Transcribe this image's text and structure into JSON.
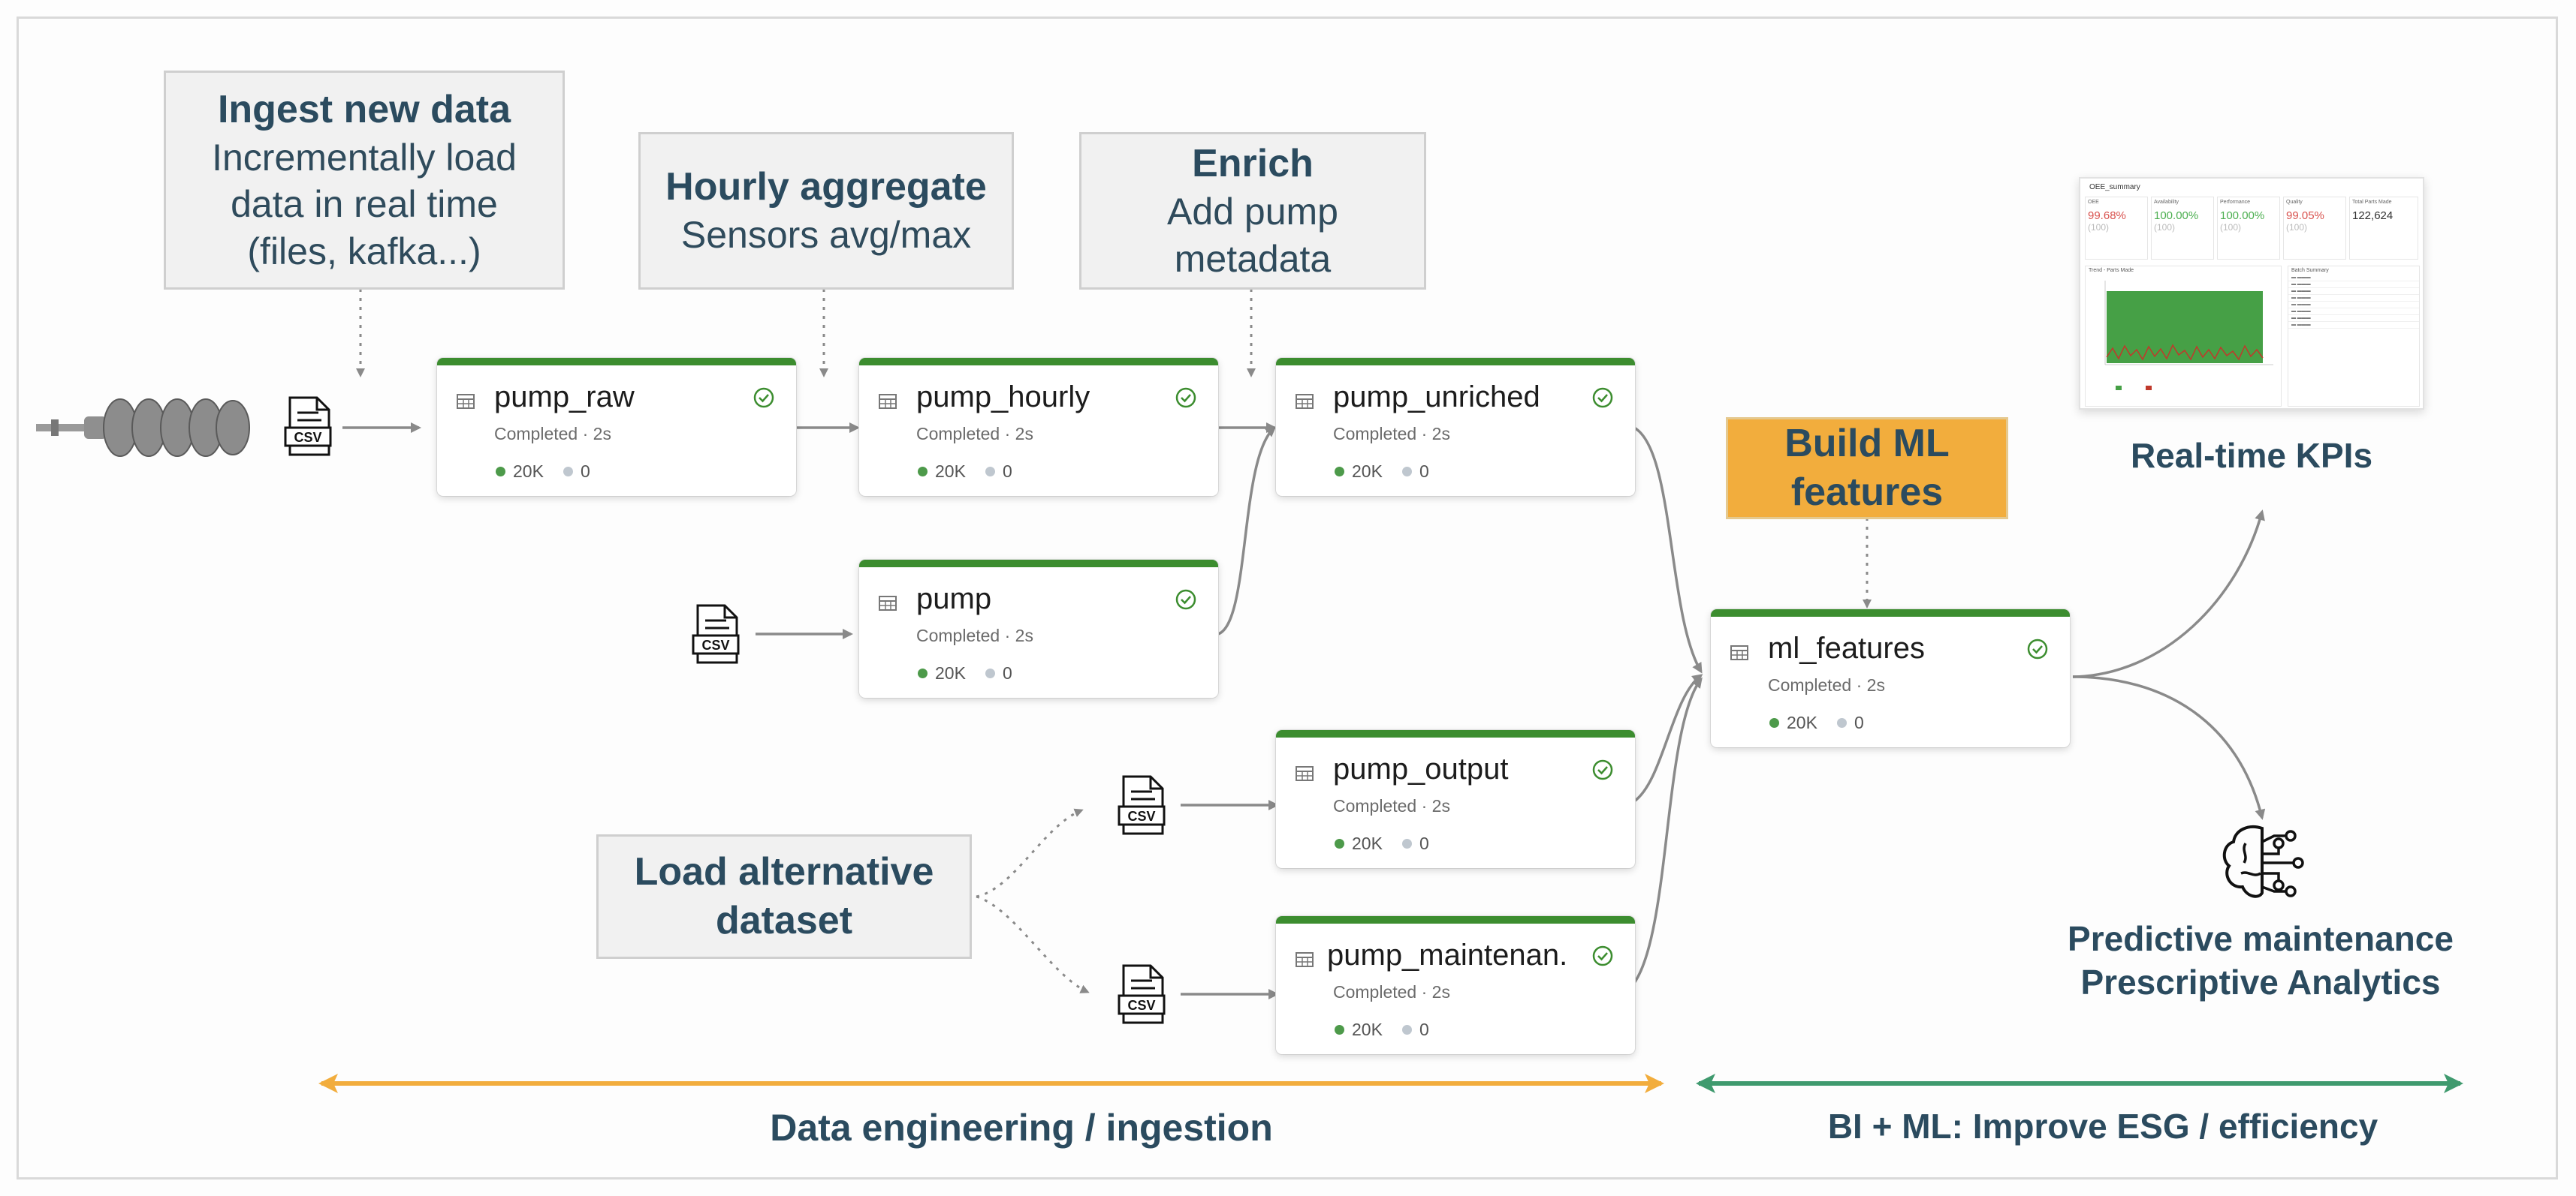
{
  "notes": {
    "ingest": {
      "title": "Ingest new data",
      "lines": [
        "Incrementally load",
        "data in real time",
        "(files, kafka...)"
      ]
    },
    "hourly": {
      "title": "Hourly aggregate",
      "lines": [
        "Sensors avg/max"
      ]
    },
    "enrich": {
      "title": "Enrich",
      "lines": [
        "Add pump",
        "metadata"
      ]
    },
    "alternative": {
      "title": "Load alternative",
      "title2": "dataset"
    },
    "ml": {
      "title": "Build ML",
      "title2": "features"
    }
  },
  "source_icons": {
    "csv_label": "CSV",
    "pump_image": "screw-pump-image"
  },
  "tables": [
    {
      "id": "pump_raw",
      "name": "pump_raw",
      "status": "Completed · 2s",
      "rows": "20K",
      "errors": "0"
    },
    {
      "id": "pump_hourly",
      "name": "pump_hourly",
      "status": "Completed · 2s",
      "rows": "20K",
      "errors": "0"
    },
    {
      "id": "pump_unriched",
      "name": "pump_unriched",
      "status": "Completed · 2s",
      "rows": "20K",
      "errors": "0"
    },
    {
      "id": "pump",
      "name": "pump",
      "status": "Completed · 2s",
      "rows": "20K",
      "errors": "0"
    },
    {
      "id": "pump_output",
      "name": "pump_output",
      "status": "Completed · 2s",
      "rows": "20K",
      "errors": "0"
    },
    {
      "id": "pump_maintenance",
      "name": "pump_maintenan.",
      "status": "Completed · 2s",
      "rows": "20K",
      "errors": "0"
    },
    {
      "id": "ml_features",
      "name": "ml_features",
      "status": "Completed · 2s",
      "rows": "20K",
      "errors": "0"
    }
  ],
  "outputs": {
    "kpis_label": "Real-time KPIs",
    "predictive_line1": "Predictive maintenance",
    "predictive_line2": "Prescriptive Analytics",
    "brain_icon": "ai-brain-icon"
  },
  "dashboard": {
    "title": "OEE_summary",
    "kpis": [
      {
        "label": "OEE",
        "value": "99.68%",
        "target": "(100)",
        "color": "red"
      },
      {
        "label": "Availability",
        "value": "100.00%",
        "target": "(100)",
        "color": "green"
      },
      {
        "label": "Performance",
        "value": "100.00%",
        "target": "(100)",
        "color": "green"
      },
      {
        "label": "Quality",
        "value": "99.05%",
        "target": "(100)",
        "color": "red"
      },
      {
        "label": "Total Parts Made",
        "value": "122,624",
        "target": "",
        "color": "dark"
      }
    ],
    "trend_title": "Trend - Parts Made",
    "batch_title": "Batch Summary"
  },
  "bottom": {
    "left_label": "Data engineering / ingestion",
    "right_label": "BI + ML: Improve ESG / efficiency",
    "left_color": "#f2ad3d",
    "right_color": "#3f9a6e"
  },
  "colors": {
    "card_accent": "#3c8d2f",
    "title_text": "#2b4b5f",
    "edge": "#8a8a8a"
  }
}
